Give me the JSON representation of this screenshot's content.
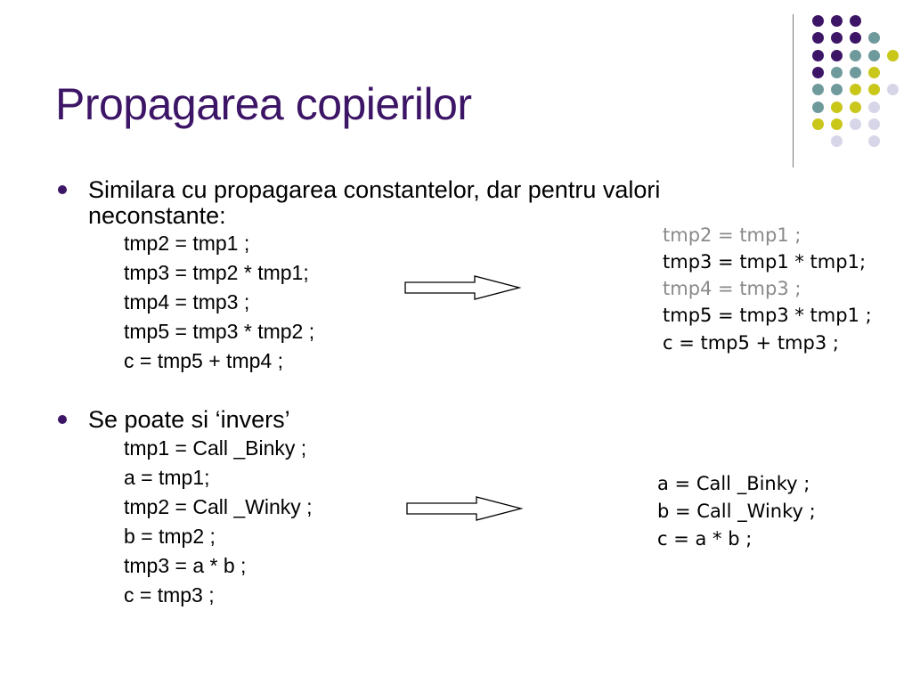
{
  "slide": {
    "title": "Propagarea copierilor",
    "colors": {
      "title": "#3d1566",
      "dot_purple": "#3d1566",
      "dot_teal": "#6f9a9c",
      "dot_yellow": "#c9c71a",
      "dot_lavender": "#d7d6e8",
      "right_grey_text": "#8a8a8a"
    }
  },
  "section1": {
    "bullet": "Similara cu propagarea constantelor, dar pentru valori",
    "bullet_cont": "neconstante:",
    "code": [
      "tmp2 = tmp1 ;",
      "tmp3 = tmp2 * tmp1;",
      "tmp4 = tmp3 ;",
      "tmp5 = tmp3 * tmp2 ;",
      "c = tmp5 + tmp4 ;"
    ],
    "result": [
      {
        "text": "tmp2 = tmp1 ;",
        "style": "grey"
      },
      {
        "text": "tmp3 = tmp1 * tmp1;",
        "style": "black"
      },
      {
        "text": "tmp4 = tmp3 ;",
        "style": "grey"
      },
      {
        "text": "tmp5 = tmp3 * tmp1 ;",
        "style": "black"
      },
      {
        "text": "c = tmp5 + tmp3 ;",
        "style": "black"
      }
    ]
  },
  "section2": {
    "bullet": "Se poate si ‘invers’",
    "code": [
      "tmp1 = Call _Binky ;",
      "a = tmp1;",
      "tmp2 = Call _Winky ;",
      "b = tmp2 ;",
      "tmp3 = a * b ;",
      "c = tmp3 ;"
    ],
    "result": [
      {
        "text": "a = Call _Binky ;",
        "style": "black"
      },
      {
        "text": "b = Call _Winky ;",
        "style": "black"
      },
      {
        "text": "c = a * b ;",
        "style": "black"
      }
    ]
  }
}
